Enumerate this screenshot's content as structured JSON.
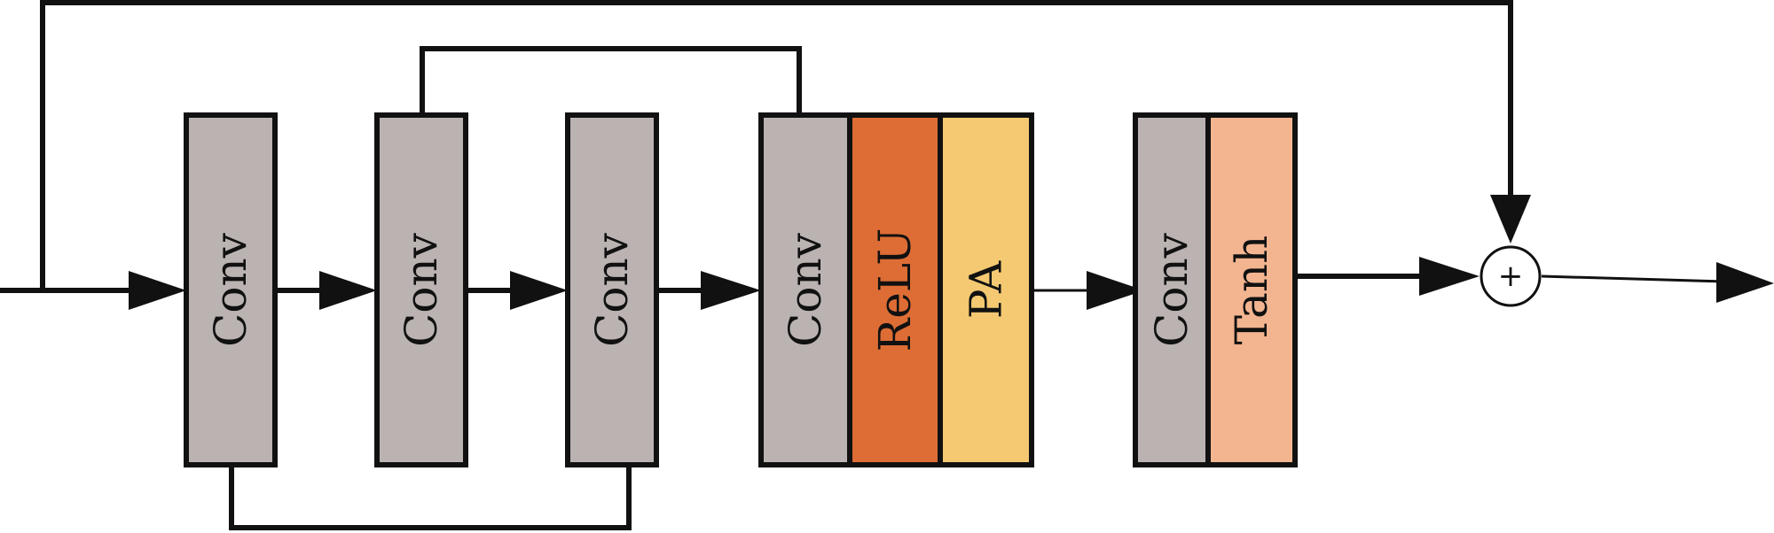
{
  "diagram": {
    "blocks": [
      {
        "id": "conv1",
        "label": "Conv",
        "color": "#bab3b1"
      },
      {
        "id": "conv2",
        "label": "Conv",
        "color": "#bab3b1"
      },
      {
        "id": "conv3",
        "label": "Conv",
        "color": "#bab3b1"
      },
      {
        "id": "conv4",
        "label": "Conv",
        "color": "#bab3b1"
      },
      {
        "id": "relu",
        "label": "ReLU",
        "color": "#dd6d35"
      },
      {
        "id": "pa",
        "label": "PA",
        "color": "#f4c972"
      },
      {
        "id": "conv5",
        "label": "Conv",
        "color": "#bab3b1"
      },
      {
        "id": "tanh",
        "label": "Tanh",
        "color": "#f3b490"
      }
    ],
    "sum_node": {
      "symbol": "+"
    }
  }
}
